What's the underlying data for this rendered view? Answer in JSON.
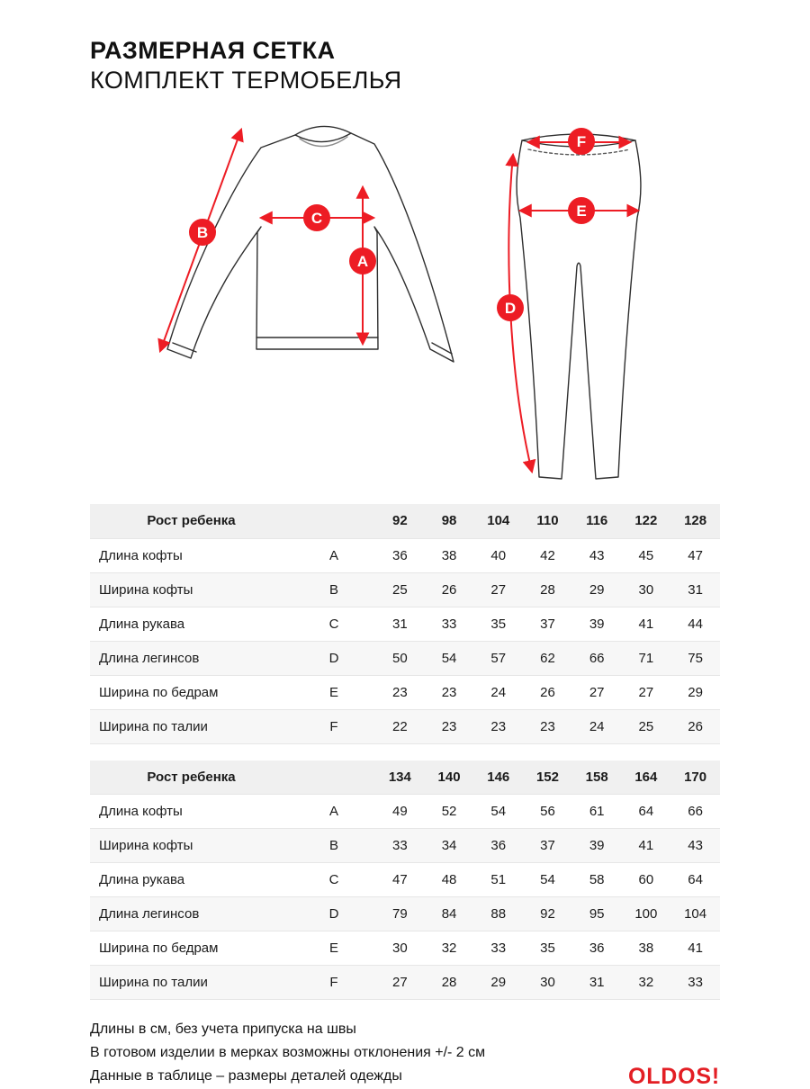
{
  "header": {
    "title_line1": "РАЗМЕРНАЯ СЕТКА",
    "title_line2": "КОМПЛЕКТ ТЕРМОБЕЛЬЯ"
  },
  "diagram": {
    "accent_color": "#ed1c24",
    "labels": {
      "A": "A",
      "B": "B",
      "C": "C",
      "D": "D",
      "E": "E",
      "F": "F"
    }
  },
  "tables": [
    {
      "header_label": "Рост ребенка",
      "sizes": [
        92,
        98,
        104,
        110,
        116,
        122,
        128
      ],
      "rows": [
        {
          "label": "Длина кофты",
          "letter": "A",
          "values": [
            36,
            38,
            40,
            42,
            43,
            45,
            47
          ]
        },
        {
          "label": "Ширина кофты",
          "letter": "B",
          "values": [
            25,
            26,
            27,
            28,
            29,
            30,
            31
          ]
        },
        {
          "label": "Длина рукава",
          "letter": "C",
          "values": [
            31,
            33,
            35,
            37,
            39,
            41,
            44
          ]
        },
        {
          "label": "Длина легинсов",
          "letter": "D",
          "values": [
            50,
            54,
            57,
            62,
            66,
            71,
            75
          ]
        },
        {
          "label": "Ширина по бедрам",
          "letter": "E",
          "values": [
            23,
            23,
            24,
            26,
            27,
            27,
            29
          ]
        },
        {
          "label": "Ширина по талии",
          "letter": "F",
          "values": [
            22,
            23,
            23,
            23,
            24,
            25,
            26
          ]
        }
      ]
    },
    {
      "header_label": "Рост ребенка",
      "sizes": [
        134,
        140,
        146,
        152,
        158,
        164,
        170
      ],
      "rows": [
        {
          "label": "Длина кофты",
          "letter": "A",
          "values": [
            49,
            52,
            54,
            56,
            61,
            64,
            66
          ]
        },
        {
          "label": "Ширина кофты",
          "letter": "B",
          "values": [
            33,
            34,
            36,
            37,
            39,
            41,
            43
          ]
        },
        {
          "label": "Длина рукава",
          "letter": "C",
          "values": [
            47,
            48,
            51,
            54,
            58,
            60,
            64
          ]
        },
        {
          "label": "Длина легинсов",
          "letter": "D",
          "values": [
            79,
            84,
            88,
            92,
            95,
            100,
            104
          ]
        },
        {
          "label": "Ширина по бедрам",
          "letter": "E",
          "values": [
            30,
            32,
            33,
            35,
            36,
            38,
            41
          ]
        },
        {
          "label": "Ширина по талии",
          "letter": "F",
          "values": [
            27,
            28,
            29,
            30,
            31,
            32,
            33
          ]
        }
      ]
    }
  ],
  "footer": {
    "notes": [
      "Длины в см, без учета припуска на швы",
      "В готовом изделии в мерках возможны отклонения +/- 2 см",
      "Данные в таблице – размеры деталей одежды"
    ],
    "logo_text": "OLDOS!"
  }
}
